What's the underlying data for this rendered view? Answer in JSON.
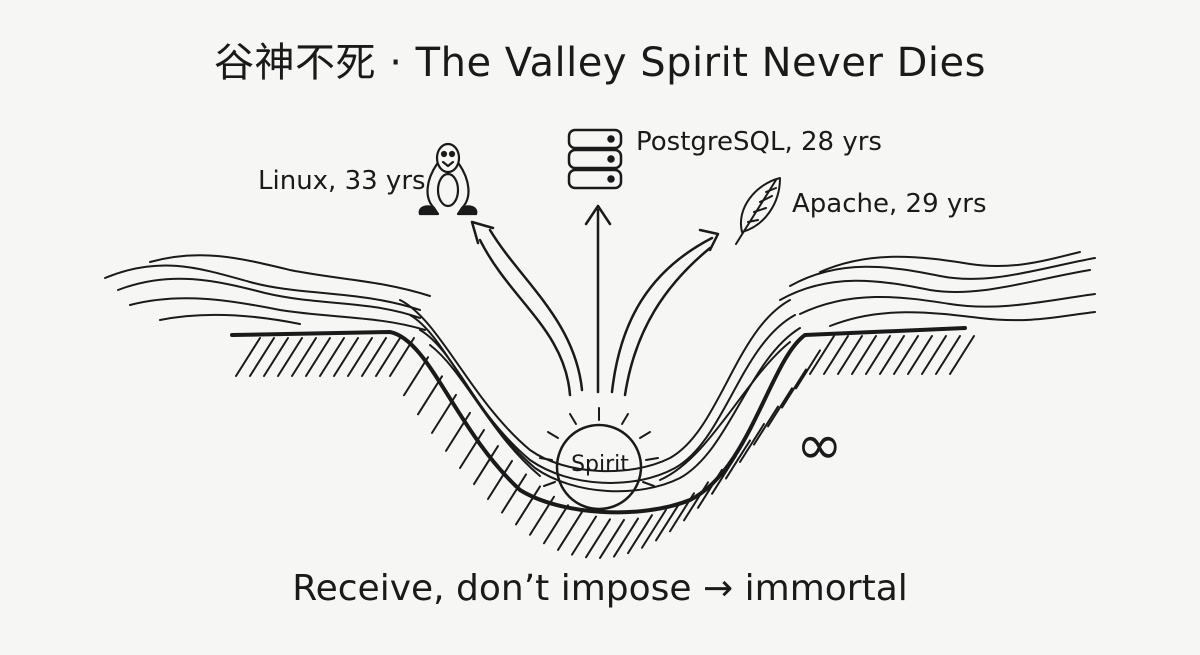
{
  "title": "谷神不死 · The Valley Spirit Never Dies",
  "nodes": {
    "linux": {
      "label": "Linux, 33 yrs",
      "icon": "penguin-icon"
    },
    "postgresql": {
      "label": "PostgreSQL, 28 yrs",
      "icon": "database-icon"
    },
    "apache": {
      "label": "Apache, 29 yrs",
      "icon": "feather-icon"
    }
  },
  "center": {
    "label": "Spirit"
  },
  "infinity_symbol": "∞",
  "caption": "Receive, don’t impose → immortal",
  "colors": {
    "ink": "#1a1a1a",
    "paper": "#f6f6f4"
  }
}
